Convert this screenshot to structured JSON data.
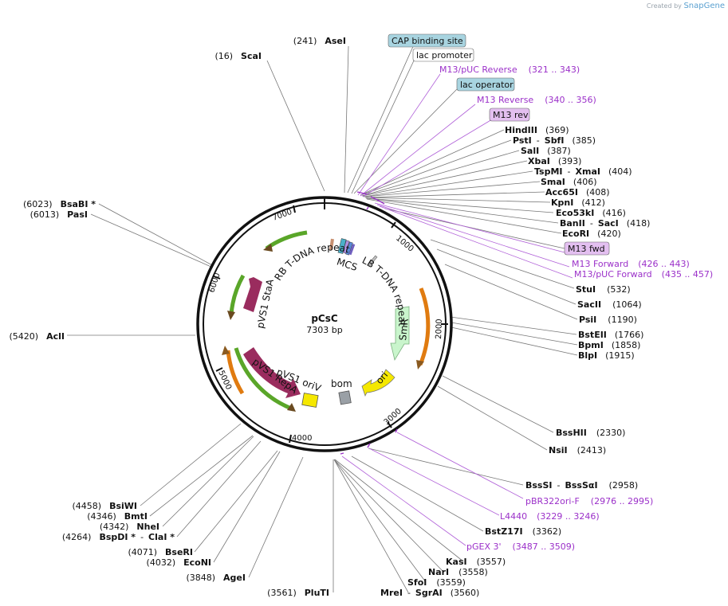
{
  "brand": {
    "created_by": "Created by",
    "name": "SnapGene"
  },
  "plasmid": {
    "name": "pCsC",
    "size": "7303 bp"
  },
  "ticks": [
    "1000",
    "2000",
    "3000",
    "4000",
    "5000",
    "6000",
    "7000"
  ],
  "badges": {
    "cap": "CAP binding site",
    "lacprom": "lac promoter",
    "lacop": "lac operator",
    "m13rev": "M13 rev",
    "m13fwd": "M13 fwd"
  },
  "primers": {
    "m13puc_rev": {
      "name": "M13/pUC Reverse",
      "range": "(321 .. 343)"
    },
    "m13_rev": {
      "name": "M13 Reverse",
      "range": "(340 .. 356)"
    },
    "m13_fwd": {
      "name": "M13 Forward",
      "range": "(426 .. 443)"
    },
    "m13puc_fwd": {
      "name": "M13/pUC Forward",
      "range": "(435 .. 457)"
    },
    "pbr322": {
      "name": "pBR322ori-F",
      "range": "(2976 .. 2995)"
    },
    "l4440": {
      "name": "L4440",
      "range": "(3229 .. 3246)"
    },
    "pgex3": {
      "name": "pGEX 3'",
      "range": "(3487 .. 3509)"
    }
  },
  "sites": {
    "asei": {
      "pos": "(241)",
      "name": "AseI"
    },
    "scai": {
      "pos": "(16)",
      "name": "ScaI"
    },
    "hindiii": {
      "name": "HindIII",
      "pos": "(369)"
    },
    "psti": {
      "name": "PstI",
      "sep": "-",
      "name2": "SbfI",
      "pos": "(385)"
    },
    "sali": {
      "name": "SalI",
      "pos": "(387)"
    },
    "xbai": {
      "name": "XbaI",
      "pos": "(393)"
    },
    "tspmi": {
      "name": "TspMI",
      "sep": "-",
      "name2": "XmaI",
      "pos": "(404)"
    },
    "smai": {
      "name": "SmaI",
      "pos": "(406)"
    },
    "acc65i": {
      "name": "Acc65I",
      "pos": "(408)"
    },
    "kpni": {
      "name": "KpnI",
      "pos": "(412)"
    },
    "eco53ki": {
      "name": "Eco53kI",
      "pos": "(416)"
    },
    "banii": {
      "name": "BanII",
      "sep": "-",
      "name2": "SacI",
      "pos": "(418)"
    },
    "ecori": {
      "name": "EcoRI",
      "pos": "(420)"
    },
    "stui": {
      "name": "StuI",
      "pos": "(532)"
    },
    "sacii": {
      "name": "SacII",
      "pos": "(1064)"
    },
    "psii": {
      "name": "PsiI",
      "pos": "(1190)"
    },
    "bsteii": {
      "name": "BstEII",
      "pos": "(1766)"
    },
    "bpmi": {
      "name": "BpmI",
      "pos": "(1858)"
    },
    "blpi": {
      "name": "BlpI",
      "pos": "(1915)"
    },
    "bsshii": {
      "name": "BssHII",
      "pos": "(2330)"
    },
    "nsii": {
      "name": "NsiI",
      "pos": "(2413)"
    },
    "bsssi": {
      "name": "BssSI",
      "sep": "-",
      "name2": "BssSαI",
      "pos": "(2958)"
    },
    "bstz17i": {
      "name": "BstZ17I",
      "pos": "(3362)"
    },
    "kasi": {
      "name": "KasI",
      "pos": "(3557)"
    },
    "nari": {
      "name": "NarI",
      "pos": "(3558)"
    },
    "sfoi": {
      "name": "SfoI",
      "pos": "(3559)"
    },
    "mrei": {
      "name": "MreI",
      "sep": "-",
      "name2": "SgrAI",
      "pos": "(3560)"
    },
    "pluti": {
      "pos": "(3561)",
      "name": "PluTI"
    },
    "agei": {
      "pos": "(3848)",
      "name": "AgeI"
    },
    "econi": {
      "pos": "(4032)",
      "name": "EcoNI"
    },
    "beri": {
      "pos": "(4071)",
      "name": "BseRI"
    },
    "bspdi": {
      "pos": "(4264)",
      "name": "BspDI *",
      "sep": "-",
      "name2": "ClaI *"
    },
    "nhei": {
      "pos": "(4342)",
      "name": "NheI"
    },
    "bmti": {
      "pos": "(4346)",
      "name": "BmtI"
    },
    "bsiwi": {
      "pos": "(4458)",
      "name": "BsiWI"
    },
    "acli": {
      "pos": "(5420)",
      "name": "AclI"
    },
    "pasi": {
      "pos": "(6013)",
      "name": "PasI"
    },
    "bsabi": {
      "pos": "(6023)",
      "name": "BsaBI *"
    }
  },
  "features": {
    "mcs": "MCS",
    "rb": "RB T-DNA repeat",
    "lb": "LB T-DNA repeat",
    "smr": "SmR",
    "ori": "ori",
    "bom": "bom",
    "oriv": "pVS1 oriV",
    "repa": "pVS1 RepA",
    "staa": "pVS1 StaA"
  },
  "colors": {
    "backbone": "#111111",
    "primer": "#9b30c9",
    "repa": "#9a2c5e",
    "smr": "#c9f5cc",
    "ori": "#f5e800",
    "oriv": "#f5e800",
    "bom": "#9aa0a6",
    "green_arc": "#5aa629",
    "orange_arc": "#e07b10",
    "cap_badge": "#a8d4e0"
  }
}
